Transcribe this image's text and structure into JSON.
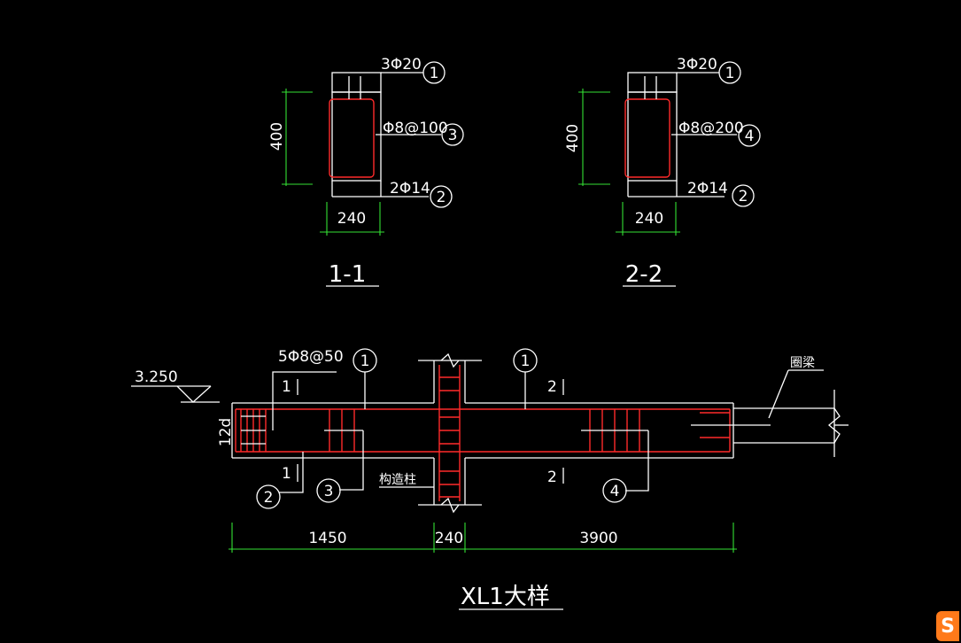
{
  "drawing": {
    "section_1": {
      "top_bar": "3Φ20",
      "stirrup": "Φ8@100",
      "bottom_bar": "2Φ14",
      "height": "400",
      "width": "240",
      "title": "1-1",
      "tag_top": "1",
      "tag_stirrup": "3",
      "tag_bottom": "2"
    },
    "section_2": {
      "top_bar": "3Φ20",
      "stirrup": "Φ8@200",
      "bottom_bar": "2Φ14",
      "height": "400",
      "width": "240",
      "title": "2-2",
      "tag_top": "1",
      "tag_stirrup": "4",
      "tag_bottom": "2"
    },
    "elevation": {
      "level": "3.250",
      "end_stirrup": "5Φ8@50",
      "anchor_len": "12d",
      "column_label": "构造柱",
      "ring_beam_label": "圈梁",
      "cut_1": "1",
      "cut_2": "2",
      "tag_top_left": "1",
      "tag_top_right": "1",
      "tag_bottom": "2",
      "tag_stirrup_left": "3",
      "tag_stirrup_right": "4",
      "dim_left": "1450",
      "dim_mid": "240",
      "dim_right": "3900",
      "title": "XL1大样"
    }
  }
}
